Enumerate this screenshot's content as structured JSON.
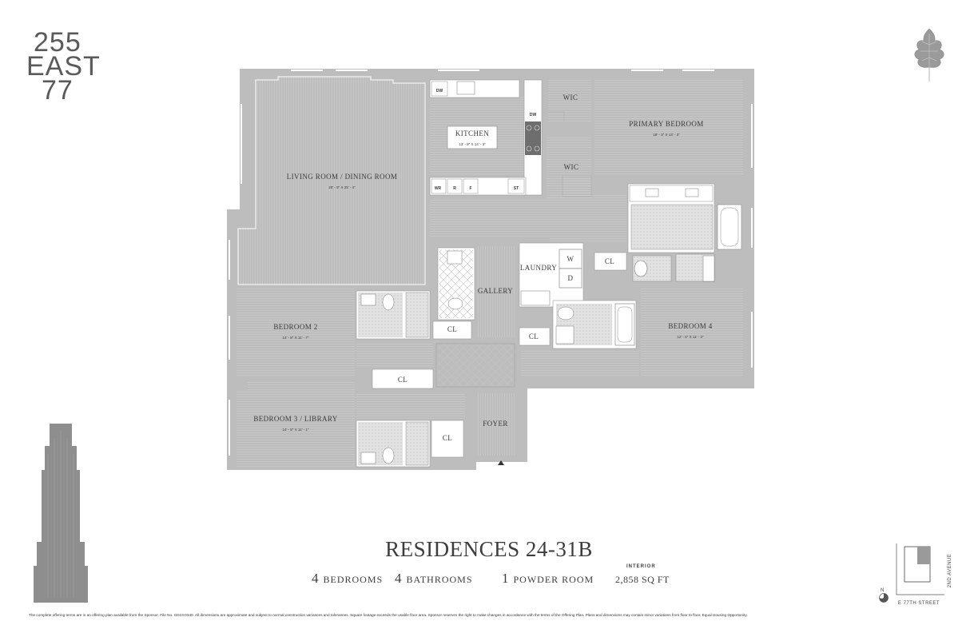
{
  "logo": {
    "line1": "255",
    "line2": "EAST",
    "line3": "77"
  },
  "rooms": {
    "living": {
      "name": "LIVING ROOM / DINING ROOM",
      "dim": "20' - 9\" X 25' - 4\""
    },
    "kitchen": {
      "name": "KITCHEN",
      "dim": "13' - 9\" X 14' - 3\""
    },
    "primary": {
      "name": "PRIMARY BEDROOM",
      "dim": "18' - 3\" X 13' - 3\""
    },
    "bed2": {
      "name": "BEDROOM 2",
      "dim": "14' - 8\" X 11' - 7\""
    },
    "bed3": {
      "name": "BEDROOM 3 / LIBRARY",
      "dim": "14' - 8\" X 11' - 1\""
    },
    "bed4": {
      "name": "BEDROOM 4",
      "dim": "12' - 6\" X 11' - 3\""
    },
    "laundry": "LAUNDRY",
    "gallery": "GALLERY",
    "foyer": "FOYER",
    "wic1": "WIC",
    "wic2": "WIC",
    "cl1": "CL",
    "cl2": "CL",
    "cl3": "CL",
    "cl4": "CL",
    "cl5": "CL"
  },
  "fixtures": {
    "dw1": "DW",
    "dw2": "DW",
    "wr": "WR",
    "r": "R",
    "f": "F",
    "st": "ST",
    "w": "W",
    "d": "D"
  },
  "title": "RESIDENCES 24-31B",
  "stats": {
    "bedrooms_n": "4",
    "bedrooms_l": "BEDROOMS",
    "bathrooms_n": "4",
    "bathrooms_l": "BATHROOMS",
    "powder_n": "1",
    "powder_l": "POWDER ROOM"
  },
  "interior": {
    "label": "INTERIOR",
    "value": "2,858 SQ FT"
  },
  "keyplan": {
    "north": "N",
    "avenue": "2ND AVENUE",
    "street": "E 77TH STREET"
  },
  "disclaimer": "The complete offering terms are in an offering plan available from the Sponsor. File No. CD23-0340. All dimensions are approximate and subject to normal construction variances and tolerances. Square footage exceeds the usable floor area. Sponsor reserves the right to make changes in accordance with the terms of the Offering Plan. Plans and dimensions may contain minor variations from floor to floor. Equal Housing Opportunity.",
  "colors": {
    "wall": "#bfbfbf",
    "floor_line": "#c9c9c9",
    "text": "#3a3a3a",
    "building": "#8e8e8e"
  },
  "icons": [
    "leaf-icon",
    "north-arrow-icon",
    "building-silhouette"
  ]
}
